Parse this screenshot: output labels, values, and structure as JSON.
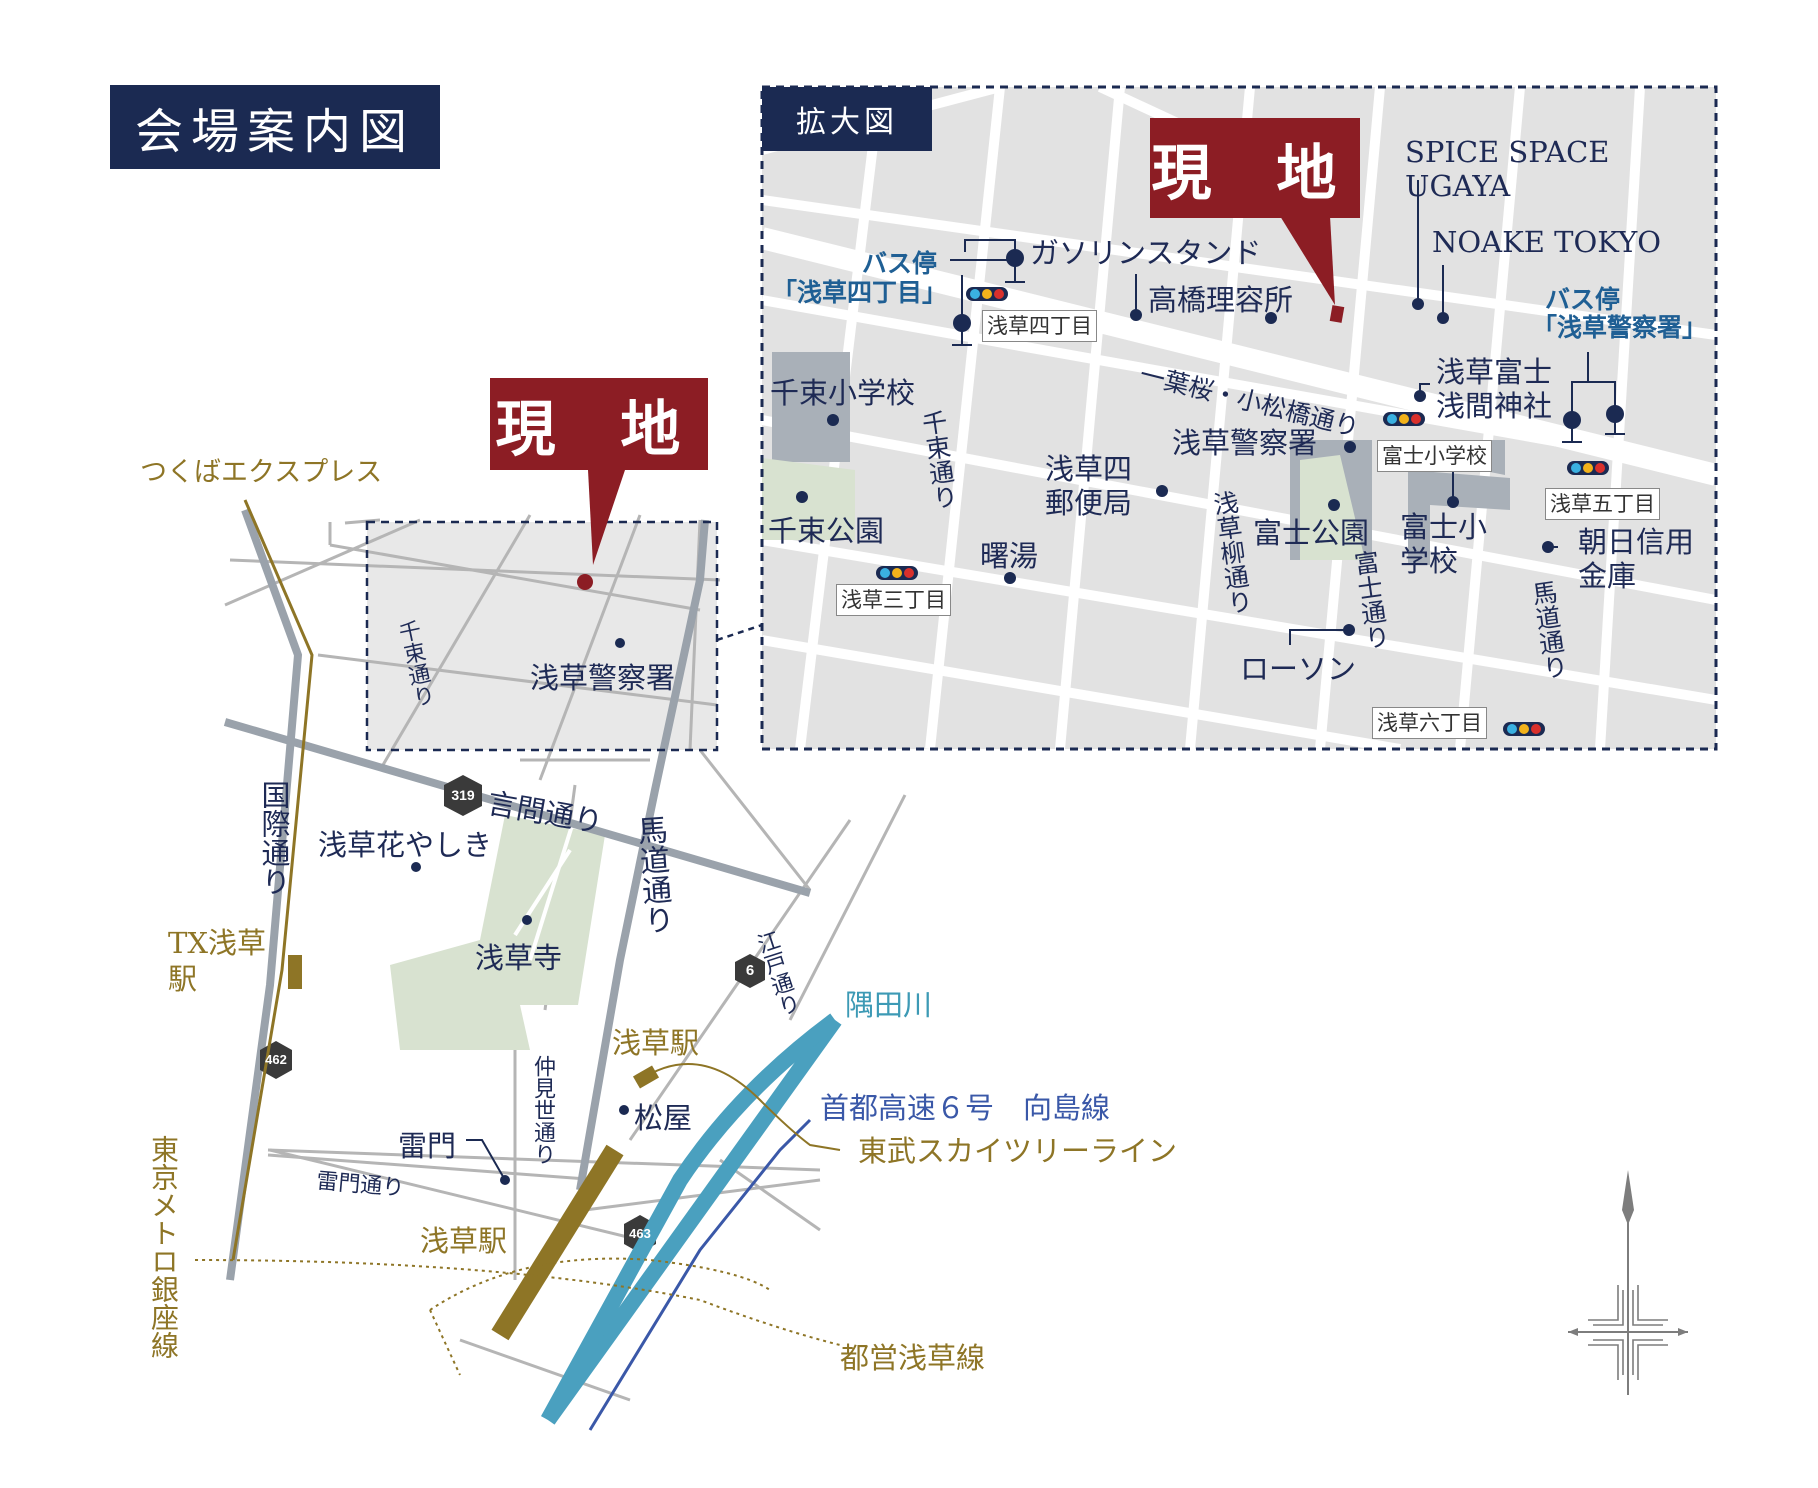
{
  "title": "会場案内図",
  "site_label": "現 地",
  "inset": {
    "tab": "拡大図",
    "site_label": "現 地",
    "roads": {
      "ichiyo": "一葉桜・小松橋通り",
      "senzoku": "千束通り",
      "yanagi": "浅草柳通り",
      "fuji": "富士通り",
      "umamichi": "馬道通り"
    },
    "places": {
      "spice": "SPICE SPACE UGAYA",
      "noake": "NOAKE TOKYO",
      "gas": "ガソリンスタンド",
      "takahashi": "高橋理容所",
      "fuji_shrine": "浅草富士浅間神社",
      "senzoku_school": "千束小学校",
      "police": "浅草警察署",
      "post": "浅草四郵便局",
      "senzoku_park": "千束公園",
      "akebono": "曙湯",
      "fuji_park": "富士公園",
      "fuji_school": "富士小学校",
      "asahi": "朝日信用金庫",
      "lawson": "ローソン"
    },
    "bus_stops": {
      "yonchome_label": "バス停",
      "yonchome_name": "「浅草四丁目」",
      "police_label": "バス停",
      "police_name": "「浅草警察署」"
    },
    "signals": [
      "浅草四丁目",
      "富士小学校",
      "浅草五丁目",
      "浅草三丁目",
      "浅草六丁目"
    ]
  },
  "main": {
    "roads": {
      "kototoi": "言問通り",
      "kokusai": "国際通り",
      "umamichi": "馬道通り",
      "senzoku": "千束通り",
      "edo": "江戸通り",
      "nakamise": "仲見世通り",
      "kaminarimon_dori": "雷門通り"
    },
    "route_numbers": [
      "319",
      "6",
      "462",
      "463"
    ],
    "places": {
      "police": "浅草警察署",
      "hanayashiki": "浅草花やしき",
      "sensoji": "浅草寺",
      "kaminarimon": "雷門",
      "matsuya": "松屋"
    },
    "rail": {
      "tx_line": "つくばエクスプレス",
      "tx_station": "TX浅草駅",
      "tobu_station": "浅草駅",
      "tobu_line": "東武スカイツリーライン",
      "ginza_station": "浅草駅",
      "ginza_line": "東京メトロ銀座線",
      "toei_line": "都営浅草線"
    },
    "river": "隅田川",
    "expressway": "首都高速６号　向島線"
  },
  "colors": {
    "navy": "#1b2a52",
    "site_red": "#8c1d24",
    "gold_rail": "#8e7526",
    "river": "#3d9ab5",
    "expressway": "#3a58a8",
    "park": "#d8e2d0",
    "block_grey": "#e6e6e6"
  }
}
